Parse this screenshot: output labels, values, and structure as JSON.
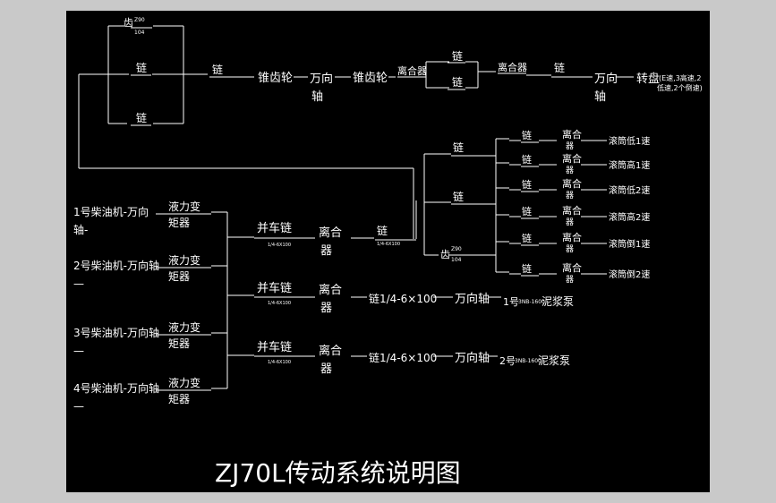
{
  "title": "ZJ70L传动系统说明图",
  "labels": {
    "chi": "齿",
    "z90": "Z90",
    "n104": "104",
    "lian": "链",
    "zhuichilun": "锥齿轮",
    "wanxiang": "万向",
    "zhou": "轴",
    "lihe": "离合器",
    "lihe_a": "离合",
    "qi": "器",
    "zhuanpan": "转盘",
    "zhuanpan_note_1": "(E速,3高速,2",
    "zhuanpan_note_2": "低速,2个倒速)",
    "yeli": "液力变",
    "juqi": "矩器",
    "bingchelian": "并车链",
    "lian_spec": "链1/4-6×100",
    "wanxiangzhou": "万向轴",
    "pump1": "1号",
    "pump2": "2号",
    "pump_model": "3NB-1600",
    "nijiangbeng": "泥浆泵",
    "small_code": "1/4-6X100"
  },
  "engines": [
    {
      "line1": "1号柴油机-万向",
      "line2": "轴-"
    },
    {
      "line1": "2号柴油机-万向轴",
      "line2": "—"
    },
    {
      "line1": "3号柴油机-万向轴",
      "line2": "—"
    },
    {
      "line1": "4号柴油机-万向轴",
      "line2": "—"
    }
  ],
  "drums": [
    "滚筒低1速",
    "滚筒高1速",
    "滚筒低2速",
    "滚筒高2速",
    "滚筒倒1速",
    "滚筒倒2速"
  ],
  "colors": {
    "background": "#000000",
    "frame": "#c9c9c9",
    "ink": "#ffffff"
  }
}
